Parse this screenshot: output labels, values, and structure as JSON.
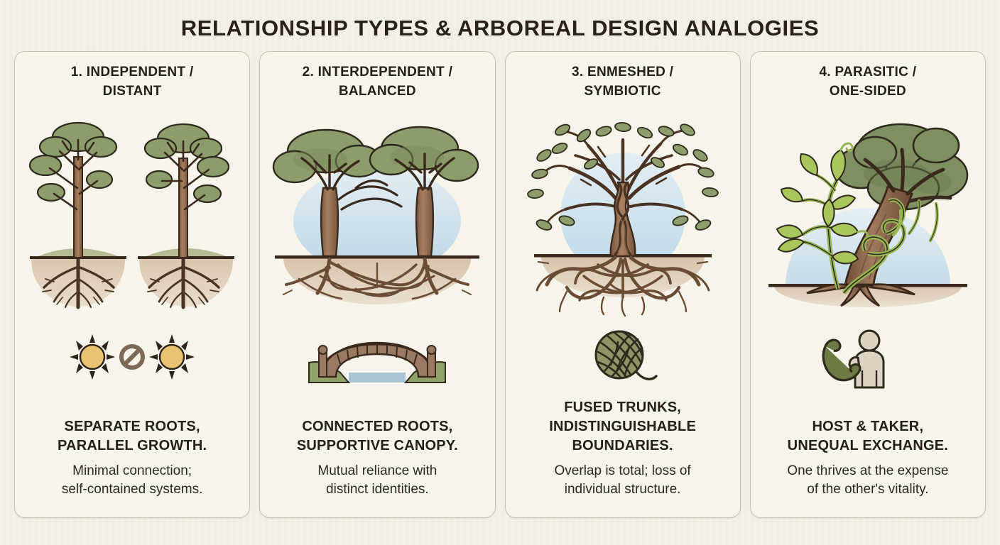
{
  "header": {
    "title": "RELATIONSHIP TYPES & ARBOREAL DESIGN ANALOGIES"
  },
  "theme": {
    "page_background": "#f2efe6",
    "card_background": "#f7f4ec",
    "card_border": "#c9c3b4",
    "text_color": "#2a211a",
    "foliage_green": "#8a9a67",
    "foliage_green_dark": "#6f8457",
    "bark_brown": "#9a7356",
    "outline_brown": "#3a2a1d",
    "soil_tan": "#d8c4ab",
    "sky_blue": "#cfe0ea",
    "vine_green": "#a8c25a",
    "yarn_olive": "#8e9468",
    "sun_gold": "#e8c373"
  },
  "cards": [
    {
      "id": "independent-distant",
      "title": "1. INDEPENDENT /\nDISTANT",
      "title_line1": "1. INDEPENDENT /",
      "title_line2": "DISTANT",
      "illustration_name": "two-separate-trees-illustration",
      "illustration_alt": "Two separate trees with individual non-touching root systems in separate soil mounds",
      "icon_name": "two-suns-no-connection-icon",
      "icon_alt": "Two suns separated by a prohibition sign",
      "caption_head_line1": "SEPARATE ROOTS,",
      "caption_head_line2": "PARALLEL GROWTH.",
      "caption_sub_line1": "Minimal connection;",
      "caption_sub_line2": "self-contained systems."
    },
    {
      "id": "interdependent-balanced",
      "title": "2. INTERDEPENDENT /\nBALANCED",
      "title_line1": "2. INTERDEPENDENT /",
      "title_line2": "BALANCED",
      "illustration_name": "two-intertwined-root-trees-illustration",
      "illustration_alt": "Two distinct trees whose canopies touch and whose roots interweave beneath shared soil",
      "icon_name": "stone-bridge-icon",
      "icon_alt": "Arched stone bridge connecting two green banks over water",
      "caption_head_line1": "CONNECTED ROOTS,",
      "caption_head_line2": "SUPPORTIVE CANOPY.",
      "caption_sub_line1": "Mutual reliance with",
      "caption_sub_line2": "distinct identities."
    },
    {
      "id": "enmeshed-symbiotic",
      "title": "3. ENMESHED /\nSYMBIOTIC",
      "title_line1": "3. ENMESHED /",
      "title_line2": "SYMBIOTIC",
      "illustration_name": "braided-fused-trunk-tree-illustration",
      "illustration_alt": "Single tree with braided fused trunks and a completely tangled root mass",
      "icon_name": "tangled-yarn-ball-icon",
      "icon_alt": "Ball of tangled olive yarn with a loose trailing thread",
      "caption_head_line1": "FUSED TRUNKS,",
      "caption_head_line2": "INDISTINGUISHABLE",
      "caption_head_line3": "BOUNDARIES.",
      "caption_sub_line1": "Overlap is total; loss of",
      "caption_sub_line2": "individual structure."
    },
    {
      "id": "parasitic-one-sided",
      "title": "4. PARASITIC /\nONE-SIDED",
      "title_line1": "4. PARASITIC /",
      "title_line2": "ONE-SIDED",
      "illustration_name": "vine-strangling-tree-illustration",
      "illustration_alt": "Large tree with a bright green vine climbing and constricting its trunk",
      "icon_name": "leech-on-person-icon",
      "icon_alt": "Green leech attached to a human silhouette",
      "caption_head_line1": "HOST & TAKER,",
      "caption_head_line2": "UNEQUAL EXCHANGE.",
      "caption_sub_line1": "One thrives at the expense",
      "caption_sub_line2": "of the other's vitality."
    }
  ]
}
